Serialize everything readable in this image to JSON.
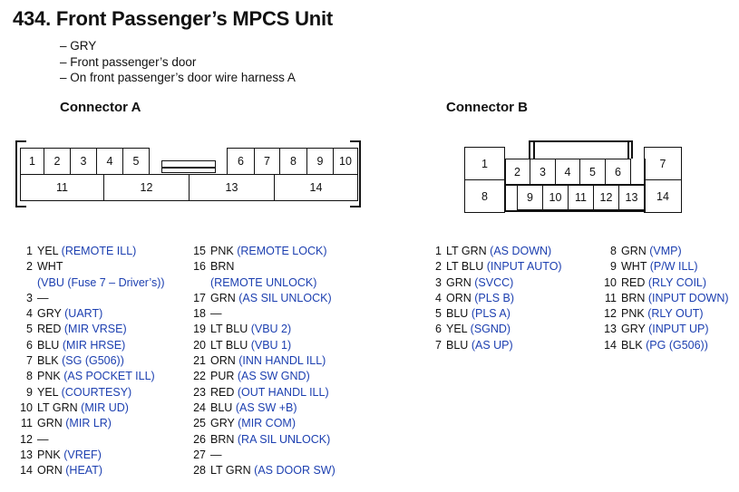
{
  "title": "434. Front Passenger’s MPCS Unit",
  "meta": [
    "– GRY",
    "– Front passenger’s door",
    "– On front passenger’s door wire harness A"
  ],
  "connectorA": {
    "title": "Connector A",
    "top_pins": [
      "1",
      "2",
      "3",
      "4",
      "5",
      "6",
      "7",
      "8",
      "9",
      "10"
    ],
    "bottom_pins": [
      "11",
      "12",
      "13",
      "14"
    ]
  },
  "connectorB": {
    "title": "Connector B",
    "pins": [
      "1",
      "2",
      "3",
      "4",
      "5",
      "6",
      "7",
      "8",
      "9",
      "10",
      "11",
      "12",
      "13",
      "14"
    ]
  },
  "pinsA_col1": [
    {
      "n": "1",
      "color": "YEL",
      "desc": "(REMOTE ILL)"
    },
    {
      "n": "2",
      "color": "WHT",
      "desc": "",
      "sub": "(VBU (Fuse 7 – Driver’s))"
    },
    {
      "n": "3",
      "color": "—",
      "desc": ""
    },
    {
      "n": "4",
      "color": "GRY",
      "desc": "(UART)"
    },
    {
      "n": "5",
      "color": "RED",
      "desc": "(MIR VRSE)"
    },
    {
      "n": "6",
      "color": "BLU",
      "desc": "(MIR HRSE)"
    },
    {
      "n": "7",
      "color": "BLK",
      "desc": "(SG (G506))"
    },
    {
      "n": "8",
      "color": "PNK",
      "desc": "(AS POCKET ILL)"
    },
    {
      "n": "9",
      "color": "YEL",
      "desc": "(COURTESY)"
    },
    {
      "n": "10",
      "color": "LT GRN",
      "desc": "(MIR UD)"
    },
    {
      "n": "11",
      "color": "GRN",
      "desc": "(MIR LR)"
    },
    {
      "n": "12",
      "color": "—",
      "desc": ""
    },
    {
      "n": "13",
      "color": "PNK",
      "desc": "(VREF)"
    },
    {
      "n": "14",
      "color": "ORN",
      "desc": "(HEAT)"
    }
  ],
  "pinsA_col2": [
    {
      "n": "15",
      "color": "PNK",
      "desc": "(REMOTE LOCK)"
    },
    {
      "n": "16",
      "color": "BRN",
      "desc": "",
      "sub": "(REMOTE UNLOCK)"
    },
    {
      "n": "17",
      "color": "GRN",
      "desc": "(AS SIL UNLOCK)"
    },
    {
      "n": "18",
      "color": "—",
      "desc": ""
    },
    {
      "n": "19",
      "color": "LT BLU",
      "desc": "(VBU 2)"
    },
    {
      "n": "20",
      "color": "LT BLU",
      "desc": "(VBU 1)"
    },
    {
      "n": "21",
      "color": "ORN",
      "desc": "(INN HANDL ILL)"
    },
    {
      "n": "22",
      "color": "PUR",
      "desc": "(AS SW GND)"
    },
    {
      "n": "23",
      "color": "RED",
      "desc": "(OUT HANDL ILL)"
    },
    {
      "n": "24",
      "color": "BLU",
      "desc": "(AS SW +B)"
    },
    {
      "n": "25",
      "color": "GRY",
      "desc": "(MIR COM)"
    },
    {
      "n": "26",
      "color": "BRN",
      "desc": "(RA SIL UNLOCK)"
    },
    {
      "n": "27",
      "color": "—",
      "desc": ""
    },
    {
      "n": "28",
      "color": "LT GRN",
      "desc": "(AS DOOR SW)"
    }
  ],
  "pinsB_col1": [
    {
      "n": "1",
      "color": "LT GRN",
      "desc": "(AS DOWN)"
    },
    {
      "n": "2",
      "color": "LT BLU",
      "desc": "(INPUT AUTO)"
    },
    {
      "n": "3",
      "color": "GRN",
      "desc": "(SVCC)"
    },
    {
      "n": "4",
      "color": "ORN",
      "desc": "(PLS B)"
    },
    {
      "n": "5",
      "color": "BLU",
      "desc": "(PLS A)"
    },
    {
      "n": "6",
      "color": "YEL",
      "desc": "(SGND)"
    },
    {
      "n": "7",
      "color": "BLU",
      "desc": "(AS UP)"
    }
  ],
  "pinsB_col2": [
    {
      "n": "8",
      "color": "GRN",
      "desc": "(VMP)"
    },
    {
      "n": "9",
      "color": "WHT",
      "desc": "(P/W ILL)"
    },
    {
      "n": "10",
      "color": "RED",
      "desc": "(RLY COIL)"
    },
    {
      "n": "11",
      "color": "BRN",
      "desc": "(INPUT DOWN)"
    },
    {
      "n": "12",
      "color": "PNK",
      "desc": "(RLY OUT)"
    },
    {
      "n": "13",
      "color": "GRY",
      "desc": "(INPUT UP)"
    },
    {
      "n": "14",
      "color": "BLK",
      "desc": "(PG (G506))"
    }
  ]
}
